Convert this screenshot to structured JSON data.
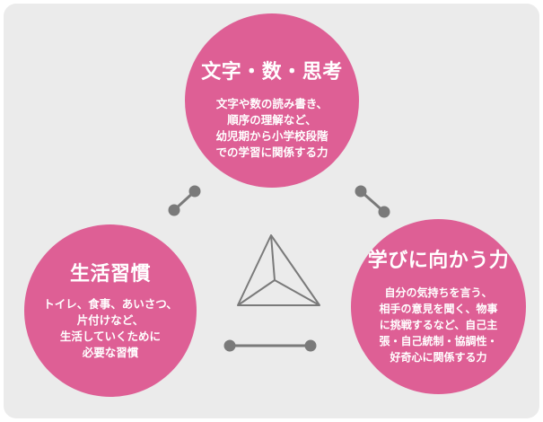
{
  "colors": {
    "panel_background": "#ebebeb",
    "circle_fill": "#de5f95",
    "circle_text": "#ffffff",
    "connector": "#7a7a7a",
    "triangle_stroke": "#7a7a7a"
  },
  "center_icon": "triangular-pyramid-icon",
  "circles": {
    "top": {
      "title": "文字・数・思考",
      "body": "文字や数の読み書き、\n順序の理解など、\n幼児期から小学校段階\nでの学習に関係する力"
    },
    "left": {
      "title": "生活習慣",
      "body": "トイレ、食事、あいさつ、\n片付けなど、\n生活していくために\n必要な習慣"
    },
    "right": {
      "title": "学びに向かう力",
      "body": "自分の気持ちを言う、\n相手の意見を聞く、物事\nに挑戦するなど、自己主\n張・自己統制・協調性・\n好奇心に関係する力"
    }
  }
}
